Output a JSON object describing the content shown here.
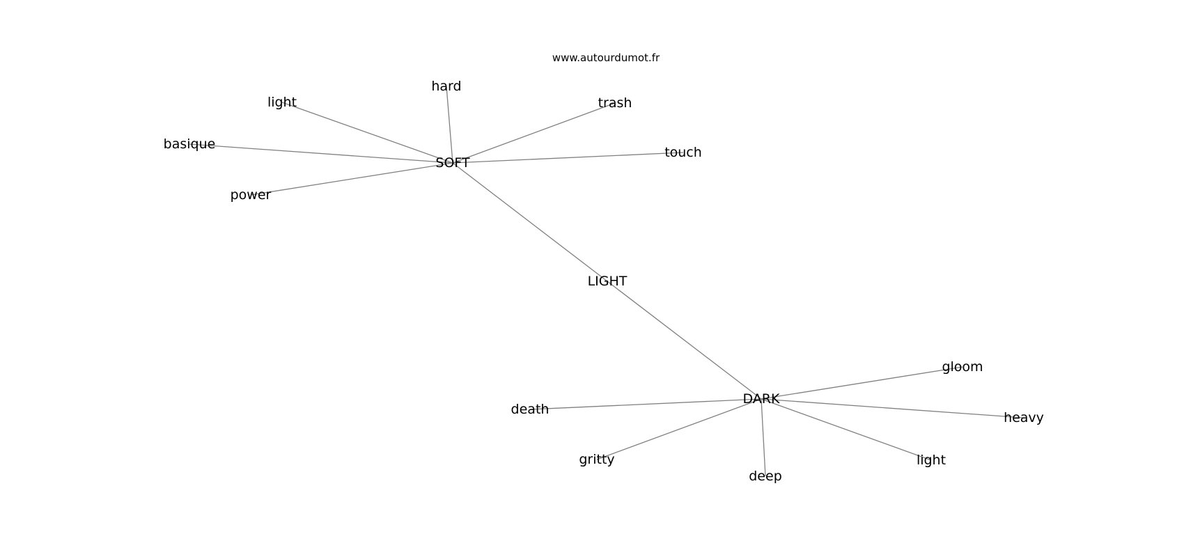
{
  "source": "www.autourdumot.fr",
  "graph": {
    "nodes": [
      {
        "id": "light_center",
        "label": "LIGHT"
      },
      {
        "id": "soft",
        "label": "SOFT"
      },
      {
        "id": "dark",
        "label": "DARK"
      },
      {
        "id": "hard",
        "label": "hard"
      },
      {
        "id": "light_soft",
        "label": "light"
      },
      {
        "id": "trash",
        "label": "trash"
      },
      {
        "id": "basique",
        "label": "basique"
      },
      {
        "id": "touch",
        "label": "touch"
      },
      {
        "id": "power",
        "label": "power"
      },
      {
        "id": "gloom",
        "label": "gloom"
      },
      {
        "id": "death",
        "label": "death"
      },
      {
        "id": "heavy",
        "label": "heavy"
      },
      {
        "id": "gritty",
        "label": "gritty"
      },
      {
        "id": "light_dark",
        "label": "light"
      },
      {
        "id": "deep",
        "label": "deep"
      }
    ],
    "edges": [
      [
        "light_center",
        "soft"
      ],
      [
        "light_center",
        "dark"
      ],
      [
        "soft",
        "hard"
      ],
      [
        "soft",
        "light_soft"
      ],
      [
        "soft",
        "trash"
      ],
      [
        "soft",
        "basique"
      ],
      [
        "soft",
        "touch"
      ],
      [
        "soft",
        "power"
      ],
      [
        "dark",
        "gloom"
      ],
      [
        "dark",
        "death"
      ],
      [
        "dark",
        "heavy"
      ],
      [
        "dark",
        "gritty"
      ],
      [
        "dark",
        "light_dark"
      ],
      [
        "dark",
        "deep"
      ]
    ]
  }
}
